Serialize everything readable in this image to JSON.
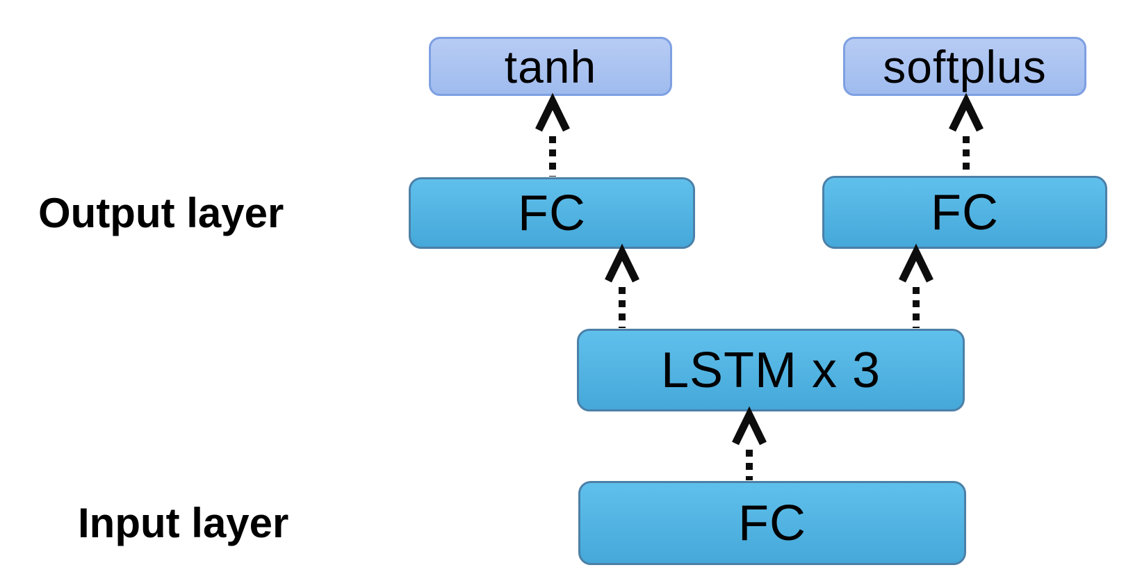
{
  "diagram": {
    "title": "",
    "side_labels": {
      "output": "Output layer",
      "input": "Input layer"
    },
    "nodes": {
      "tanh": {
        "label": "tanh",
        "type": "activation"
      },
      "softplus": {
        "label": "softplus",
        "type": "activation"
      },
      "output_fc_left": {
        "label": "FC",
        "type": "layer"
      },
      "output_fc_right": {
        "label": "FC",
        "type": "layer"
      },
      "lstm": {
        "label": "LSTM x 3",
        "type": "layer"
      },
      "input_fc": {
        "label": "FC",
        "type": "layer"
      }
    },
    "edges": [
      {
        "from": "output_fc_left",
        "to": "tanh",
        "style": "dotted-arrow-up"
      },
      {
        "from": "output_fc_right",
        "to": "softplus",
        "style": "dotted-arrow-up"
      },
      {
        "from": "lstm",
        "to": "output_fc_left",
        "style": "dotted-arrow-up"
      },
      {
        "from": "lstm",
        "to": "output_fc_right",
        "style": "dotted-arrow-up"
      },
      {
        "from": "input_fc",
        "to": "lstm",
        "style": "dotted-arrow-up"
      }
    ],
    "colors": {
      "activation_fill_top": "#b7ccf4",
      "activation_fill_bottom": "#9fbbee",
      "activation_border": "#7e9fe2",
      "layer_fill_top": "#60c0ec",
      "layer_fill_bottom": "#45a8d9",
      "layer_border": "#4b80a8",
      "arrow": "#0d0d0d",
      "text": "#000000",
      "background": "#ffffff"
    }
  }
}
